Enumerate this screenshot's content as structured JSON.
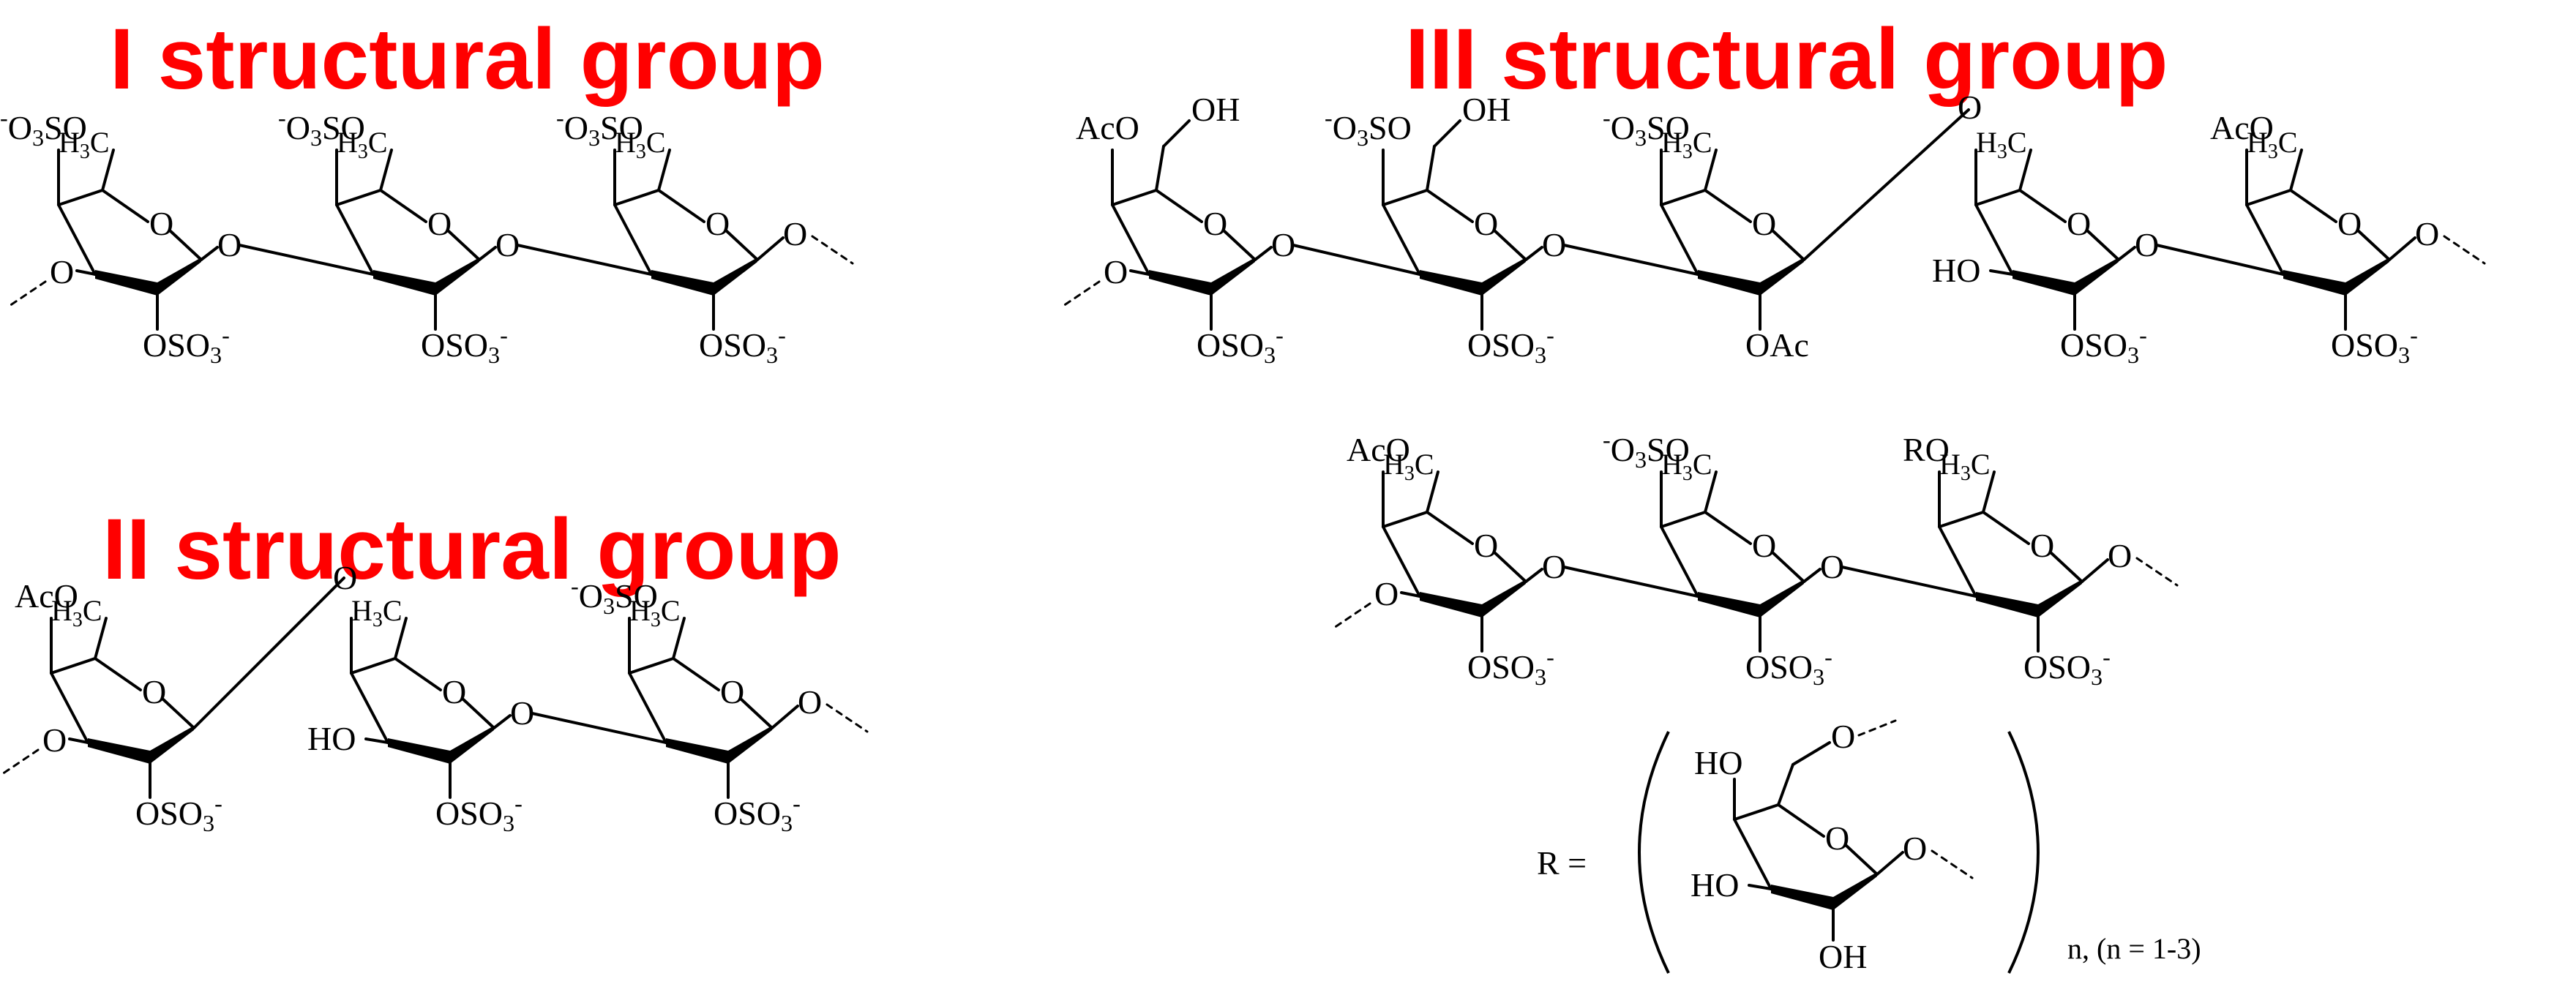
{
  "headings": {
    "group1": "I structural group",
    "group2": "II structural group",
    "group3": "III structural group"
  },
  "labels": {
    "sulfate_top": "-O3SO",
    "sulfate_bottom": "OSO3-",
    "methyl": "H3C",
    "acetyl_o": "AcO",
    "o_acetyl": "OAc",
    "hydroxyl_right": "OH",
    "hydroxyl_left": "HO",
    "ring_oxygen": "O",
    "r_group": "RO",
    "r_equals": "R =",
    "repeat_note": "n, (n = 1-3)"
  },
  "colors": {
    "heading": "#ff0000",
    "structure": "#000000",
    "background": "#ffffff"
  }
}
